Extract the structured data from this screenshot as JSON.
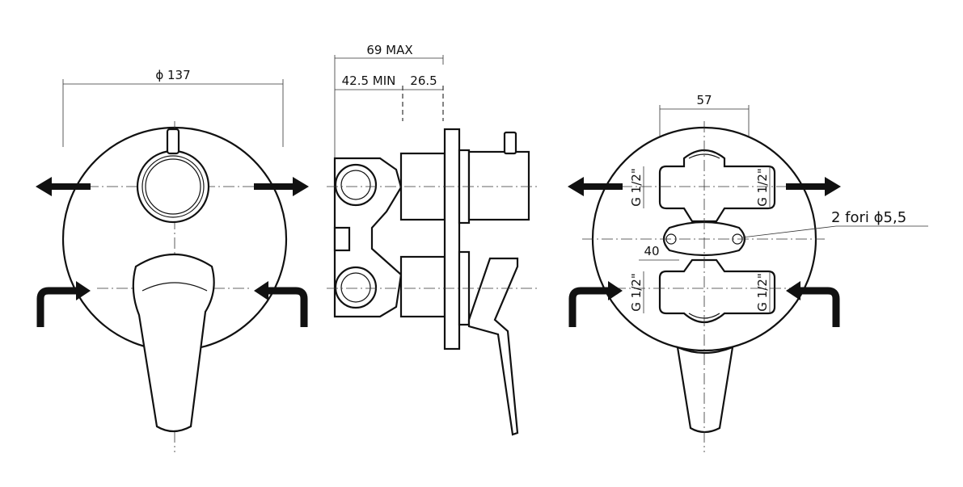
{
  "dimensions": {
    "plate_diameter": "ϕ 137",
    "max_depth": "69 MAX",
    "min_depth": "42.5 MIN",
    "handle_offset": "26.5",
    "inlet_spacing": "57",
    "mount_spacing": "40",
    "mount_holes": "2  fori  ϕ5,5"
  },
  "threads": {
    "top_left": "G 1/2\"",
    "top_right": "G 1/2\"",
    "bottom_left": "G 1/2\"",
    "bottom_right": "G 1/2\""
  }
}
